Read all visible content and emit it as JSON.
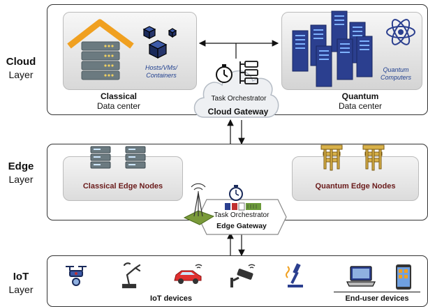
{
  "layers": {
    "cloud": {
      "name": "Cloud",
      "suffix": "Layer"
    },
    "edge": {
      "name": "Edge",
      "suffix": "Layer"
    },
    "iot": {
      "name": "IoT",
      "suffix": "Layer"
    }
  },
  "cloud": {
    "classical": {
      "title": "Classical",
      "subtitle": "Data center",
      "hosts_label": "Hosts/VMs/ Containers"
    },
    "quantum": {
      "title": "Quantum",
      "subtitle": "Data center",
      "computers_label": "Quantum Computers"
    },
    "orchestrator_label": "Task Orchestrator",
    "gateway_label": "Cloud Gateway"
  },
  "edge": {
    "classical_nodes": "Classical Edge Nodes",
    "quantum_nodes": "Quantum Edge Nodes",
    "orchestrator_label": "Task Orchestrator",
    "gateway_label": "Edge Gateway"
  },
  "iot": {
    "devices_label": "IoT devices",
    "end_user_label": "End-user devices"
  },
  "colors": {
    "accent_orange": "#f0a020",
    "server_gray": "#6b7a80",
    "quantum_blue": "#2b3f8f",
    "edge_label": "#6a1b1b",
    "iot_italic": "#1f3f8f"
  }
}
